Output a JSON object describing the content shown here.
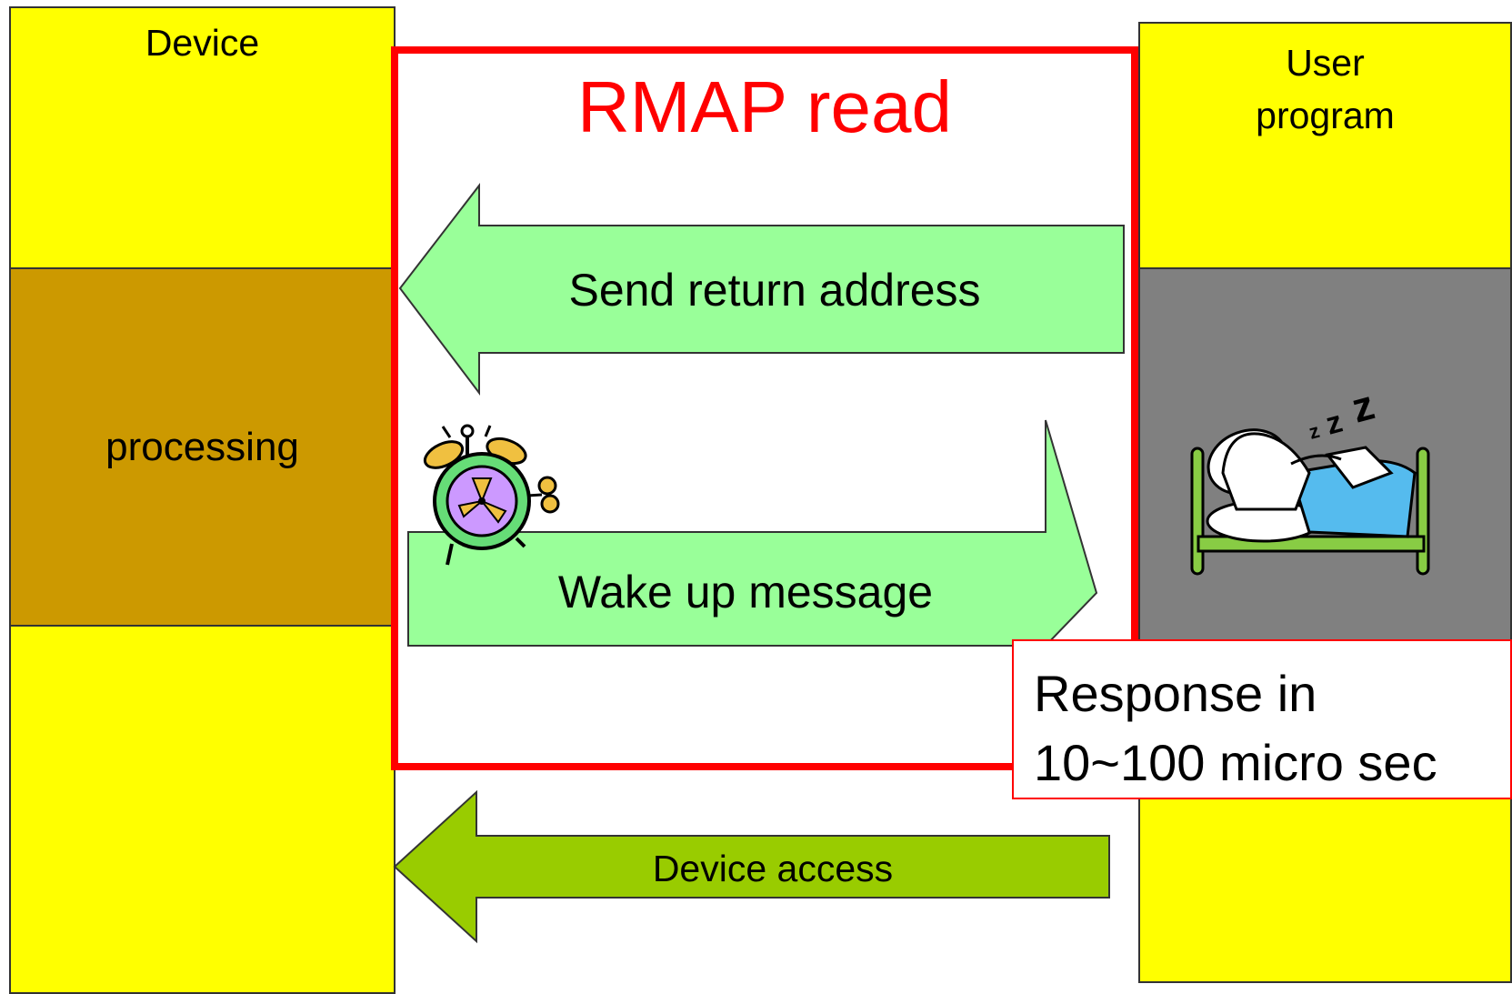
{
  "device": {
    "title": "Device",
    "state_label": "processing"
  },
  "user_program": {
    "title_line1": "User",
    "title_line2": "program"
  },
  "rmap": {
    "title": "RMAP read"
  },
  "arrows": {
    "send_return_address": "Send return address",
    "wake_up_message": "Wake up message",
    "device_access": "Device access"
  },
  "response": {
    "line1": "Response in",
    "line2": "10~100 micro sec"
  },
  "colors": {
    "column_yellow": "#ffff00",
    "processing_brown": "#cc9900",
    "sleep_gray": "#808080",
    "frame_red": "#ff0000",
    "arrow_light_green": "#99ff99",
    "arrow_olive_green": "#99cc00"
  },
  "icons": [
    "alarm-clock-icon",
    "sleeping-person-icon"
  ]
}
